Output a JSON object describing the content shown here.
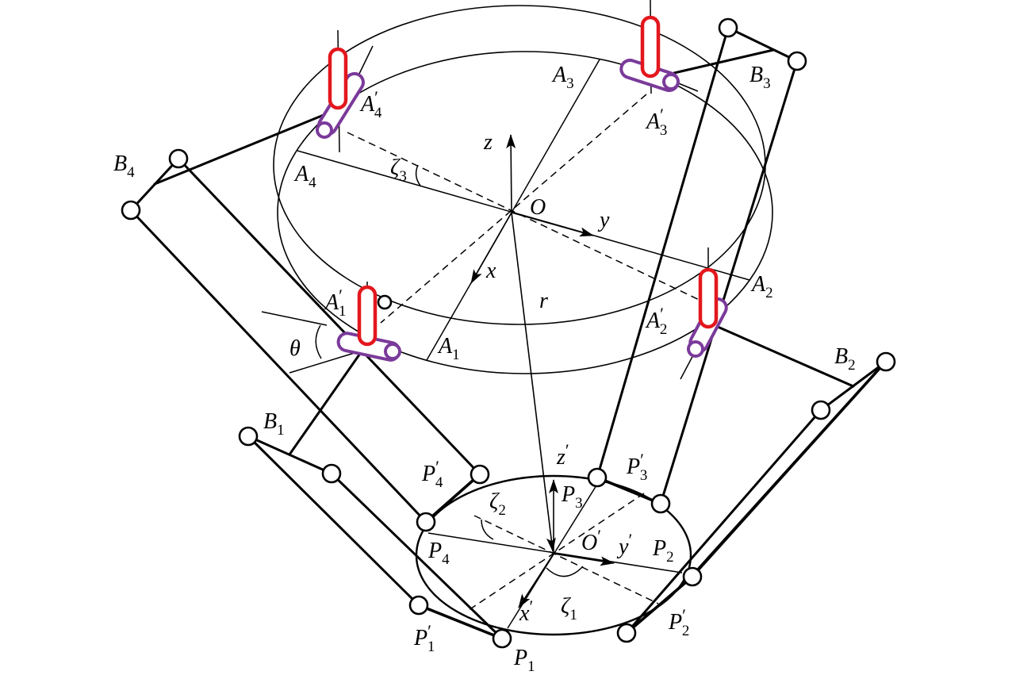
{
  "colors": {
    "actuator": "#e3171d",
    "joint": "#7a3a9a"
  },
  "labels": {
    "A3": {
      "base": "A",
      "sub": "3"
    },
    "B3": {
      "base": "B",
      "sub": "3"
    },
    "A4p": {
      "base": "A",
      "sup": "′",
      "sub": "4"
    },
    "A3p": {
      "base": "A",
      "sup": "′",
      "sub": "3"
    },
    "z": {
      "base": "z"
    },
    "zeta3": {
      "base": "ζ",
      "sub": "3"
    },
    "B4": {
      "base": "B",
      "sub": "4"
    },
    "A4": {
      "base": "A",
      "sub": "4"
    },
    "O": {
      "base": "O"
    },
    "y": {
      "base": "y"
    },
    "x": {
      "base": "x"
    },
    "A1p": {
      "base": "A",
      "sup": "′",
      "sub": "1"
    },
    "r": {
      "base": "r"
    },
    "A2": {
      "base": "A",
      "sub": "2"
    },
    "A2p": {
      "base": "A",
      "sup": "′",
      "sub": "2"
    },
    "theta": {
      "base": "θ"
    },
    "A1": {
      "base": "A",
      "sub": "1"
    },
    "B2": {
      "base": "B",
      "sub": "2"
    },
    "B1": {
      "base": "B",
      "sub": "1"
    },
    "zp": {
      "base": "z",
      "sup": "′"
    },
    "P3p": {
      "base": "P",
      "sup": "′",
      "sub": "3"
    },
    "P4p": {
      "base": "P",
      "sup": "′",
      "sub": "4"
    },
    "P3": {
      "base": "P",
      "sub": "3"
    },
    "zeta2": {
      "base": "ζ",
      "sub": "2"
    },
    "Op": {
      "base": "O",
      "sup": "′"
    },
    "yp": {
      "base": "y",
      "sup": "′"
    },
    "P2": {
      "base": "P",
      "sub": "2"
    },
    "P4": {
      "base": "P",
      "sub": "4"
    },
    "xp": {
      "base": "x",
      "sup": "′"
    },
    "zeta1": {
      "base": "ζ",
      "sub": "1"
    },
    "P2p": {
      "base": "P",
      "sup": "′",
      "sub": "2"
    },
    "P1p": {
      "base": "P",
      "sup": "′",
      "sub": "1"
    },
    "P1": {
      "base": "P",
      "sub": "1"
    }
  }
}
